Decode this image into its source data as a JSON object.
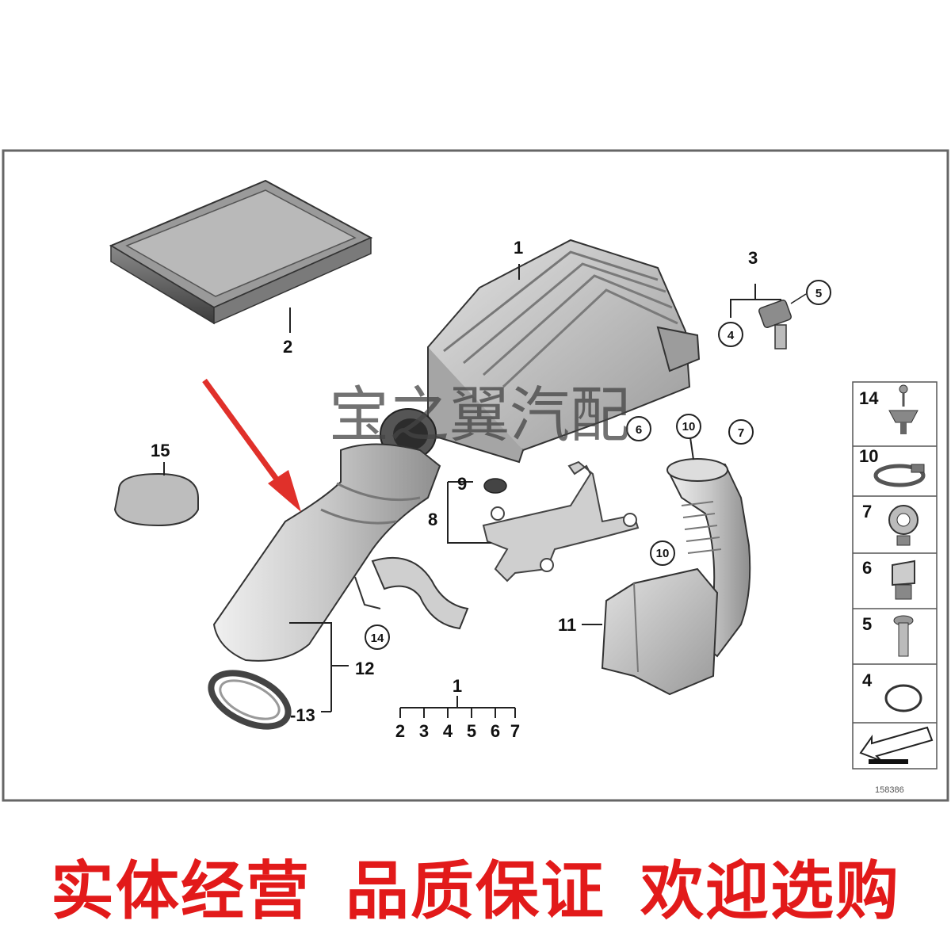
{
  "callouts": {
    "n1": "1",
    "n2": "2",
    "n3": "3",
    "n4": "4",
    "n5": "5",
    "n6": "6",
    "n7": "7",
    "n8": "8",
    "n9": "9",
    "n10": "10",
    "n11": "11",
    "n12": "12",
    "n13": "-13",
    "n14": "14",
    "n15": "15"
  },
  "kit_group": {
    "title": "1",
    "items": [
      "2",
      "3",
      "4",
      "5",
      "6",
      "7"
    ]
  },
  "legend": {
    "items": [
      "14",
      "10",
      "7",
      "6",
      "5",
      "4"
    ]
  },
  "diagram_number": "158386",
  "watermark": "宝之翼汽配",
  "slogan": [
    "实体经营",
    "品质保证",
    "欢迎选购"
  ],
  "colors": {
    "arrow": "#e0302a",
    "slogan": "#e21a1a"
  }
}
